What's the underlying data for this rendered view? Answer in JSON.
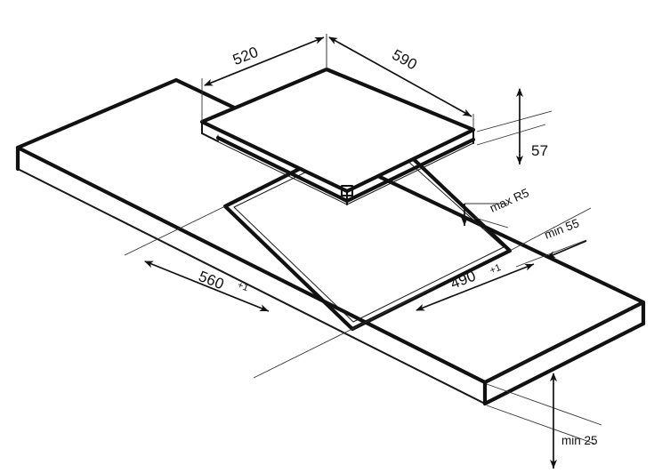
{
  "drawing": {
    "type": "isometric-installation-diagram",
    "subject": "built-in hob and worktop cutout",
    "background_color": "#ffffff",
    "line_color": "#111111"
  },
  "dimensions": {
    "hob_width": {
      "value": "520",
      "tolerance": "",
      "name": "hob-width"
    },
    "hob_depth": {
      "value": "590",
      "tolerance": "",
      "name": "hob-depth"
    },
    "hob_height": {
      "value": "57",
      "tolerance": "",
      "name": "hob-height"
    },
    "cutout_width": {
      "value": "560",
      "tolerance": "+1",
      "name": "cutout-width"
    },
    "cutout_depth": {
      "value": "490",
      "tolerance": "+1",
      "name": "cutout-depth"
    },
    "corner_radius": {
      "value": "max R5",
      "name": "corner-radius"
    },
    "edge_distance": {
      "value": "min 55",
      "name": "rear-edge-distance"
    },
    "worktop_thickness": {
      "value": "min 25",
      "name": "worktop-thickness"
    }
  },
  "labels": {
    "n520": "520",
    "n590": "590",
    "n57": "57",
    "n560": "560",
    "n560_tol": "+1",
    "n490": "490",
    "n490_tol": "+1",
    "max_r5": "max R5",
    "min_55": "min 55",
    "min_25": "min 25"
  }
}
